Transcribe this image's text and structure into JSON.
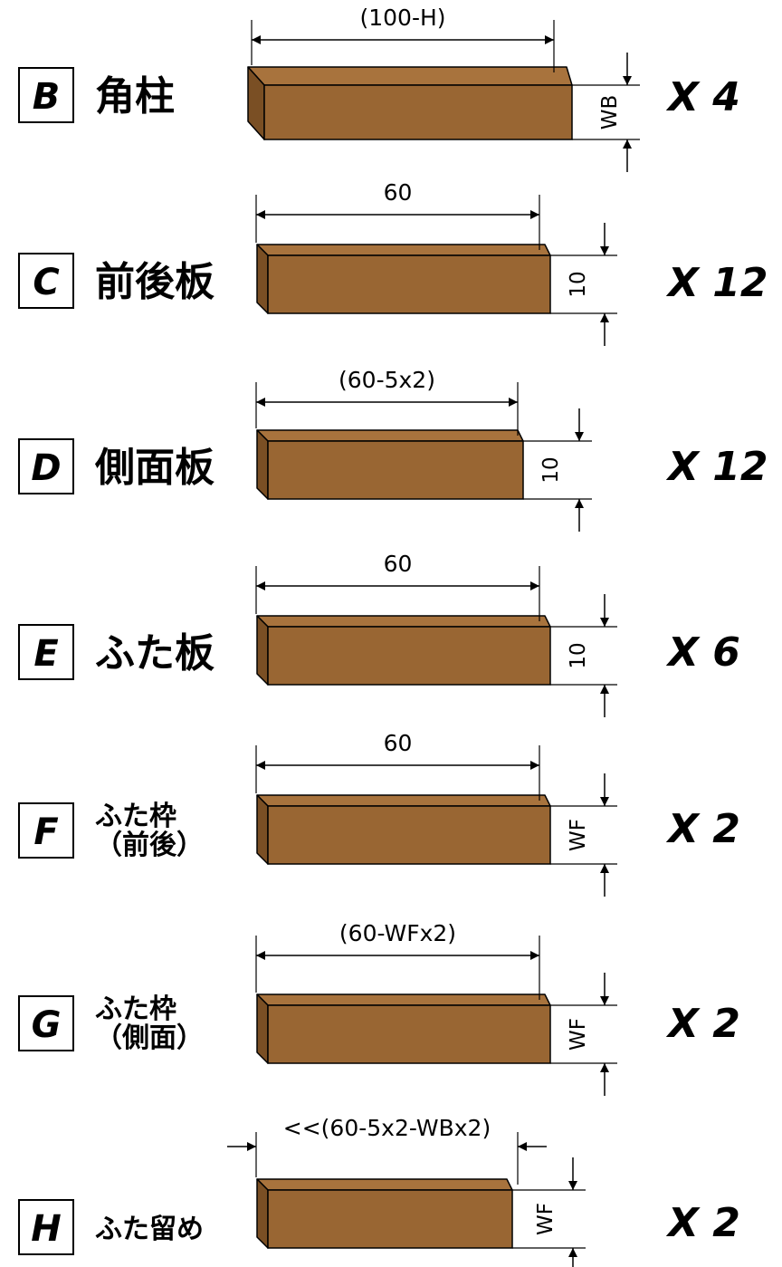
{
  "colors": {
    "wood_front": "#996633",
    "wood_top": "#a8733d",
    "wood_side": "#7a4f24",
    "line": "#000000"
  },
  "rows": [
    {
      "id": "B",
      "letter": "B",
      "name_lines": [
        "角柱"
      ],
      "length_label": "(100-H)",
      "height_label": "WB",
      "qty": "X 4"
    },
    {
      "id": "C",
      "letter": "C",
      "name_lines": [
        "前後板"
      ],
      "length_label": "60",
      "height_label": "10",
      "qty": "X 12"
    },
    {
      "id": "D",
      "letter": "D",
      "name_lines": [
        "側面板"
      ],
      "length_label": "(60-5x2)",
      "height_label": "10",
      "qty": "X 12"
    },
    {
      "id": "E",
      "letter": "E",
      "name_lines": [
        "ふた板"
      ],
      "length_label": "60",
      "height_label": "10",
      "qty": "X 6"
    },
    {
      "id": "F",
      "letter": "F",
      "name_lines": [
        "ふた枠",
        "（前後）"
      ],
      "length_label": "60",
      "height_label": "WF",
      "qty": "X 2"
    },
    {
      "id": "G",
      "letter": "G",
      "name_lines": [
        "ふた枠",
        "（側面）"
      ],
      "length_label": "(60-WFx2)",
      "height_label": "WF",
      "qty": "X 2"
    },
    {
      "id": "H",
      "letter": "H",
      "name_lines": [
        "ふた留め"
      ],
      "length_label": "<<(60-5x2-WBx2)",
      "height_label": "WF",
      "qty": "X 2"
    }
  ]
}
